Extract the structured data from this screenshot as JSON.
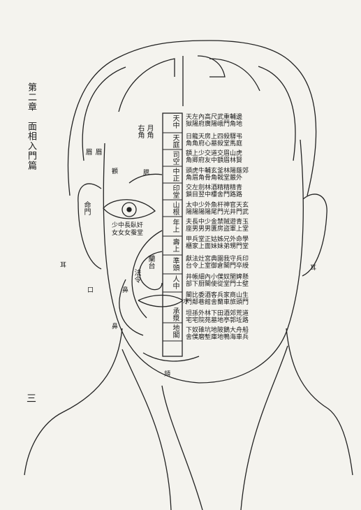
{
  "title": "第二章　面相入門篇",
  "page_number": "三",
  "center_column": [
    "天中",
    "天庭",
    "司空",
    "中正",
    "印堂",
    "山根",
    "年上",
    "壽上",
    "準頭",
    "人中",
    "承漿",
    "地閣"
  ],
  "side_labels": {
    "right_horn": "右角",
    "moon_horn": "月角",
    "eyebrow": "眉",
    "brow": "眉",
    "cheek": "顴",
    "life_gate": "命門",
    "left_ear": "耳",
    "right_ear": "耳",
    "lan_tai": "蘭台",
    "fa_ling": "法令",
    "water": "水",
    "chin": "頦",
    "nose_wing": "鼻",
    "nose": "鼻",
    "mouth": "口",
    "jaw": "腮"
  },
  "eye_text": [
    "少中長臥奸",
    "女女女蚕堂"
  ],
  "rows": [
    [
      "天左內高尺武重輔邊",
      "獄陽府廣陽峨門角地"
    ],
    [
      "日龍天房上四殺驛弔",
      "角角府心墓殺堂馬庭"
    ],
    [
      "額上少交道交眉山虎",
      "角卿府友中額眉林賢"
    ],
    [
      "頭虎牛輔玄釜林陽蔭郊",
      "角眉角骨角戟堂嚴外"
    ],
    [
      "交左劍林酒精精精青",
      "鎖目翌中樓舍門路路"
    ],
    [
      "太中少外魚杆神官天玄",
      "陽陽陽陽尾門光井門武"
    ],
    [
      "夫長中少金禁賊遊青玉",
      "座男男男匱房盜軍上堂"
    ],
    [
      "甲兵堂正姑姊兄外命學",
      "櫃家上面妹妹弟甥門堂"
    ],
    [
      "獻法灶宮典園我守兵印",
      "台令上室御倉閣門卒綬"
    ],
    [
      "井帳細內小僕奴閨婢懸",
      "部下厨閣使從堂門士壁"
    ],
    [
      "閣比委酒客兵家商山生",
      "門鄰巷館舍蘭車旅頭門"
    ],
    [
      "坦孫外林下田酒郊荒道",
      "宅宅院苑墓地亭郭坵路"
    ],
    [
      "下奴碓坑地陂鵝大舟船",
      "舍僕磨塹庫地鴨海車兵"
    ]
  ]
}
